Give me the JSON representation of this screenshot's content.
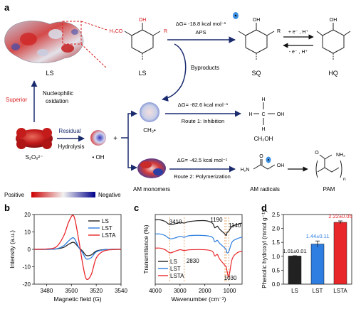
{
  "panel_a": {
    "label": "a",
    "ls_label_1": "LS",
    "ls_label_2": "LS",
    "h3co": "H₃CO",
    "oh": "OH",
    "r": "R",
    "dg_aps": "ΔG= -18.8 kcal mol⁻¹",
    "aps": "APS",
    "sq": "SQ",
    "hq": "HQ",
    "plus_e": "+ e⁻ , H⁺",
    "minus_e": "- e⁻ , H⁺",
    "byproducts": "Byproducts",
    "superior": "Superior",
    "nucleophilic_1": "Nucleophilic",
    "nucleophilic_2": "oxidation",
    "residual": "Residual",
    "hydrolysis": "Hydrolysis",
    "s2o8": "S₂O₈²⁻",
    "oh_radical": "• OH",
    "plus": "+",
    "ch3_radical": "CH₃•",
    "dg_route1": "ΔG= -82.6 kcal mol⁻¹",
    "route1": "Route 1: Inhibition",
    "ch3oh": "CH₃OH",
    "dg_route2": "ΔG= -42.5 kcal mol⁻¹",
    "route2": "Route 2: Polymerization",
    "am_monomers": "AM monomers",
    "am_radicals": "AM radicals",
    "pam": "PAM",
    "h2n": "H₂N",
    "nh2": "NH₂",
    "o": "O",
    "h": "H",
    "c": "C",
    "n_sub": "n",
    "positive": "Positive",
    "negative": "Negative"
  },
  "colors": {
    "arrow_blue": "#1a2b6d",
    "label_red": "#d6191b",
    "label_blue": "#1a2b6d",
    "ls_black": "#222222",
    "lst_blue": "#2d7ee0",
    "lsta_red": "#e8272b"
  },
  "chart_data": [
    {
      "panel": "b",
      "type": "line",
      "xlabel": "Magnetic field (G)",
      "ylabel": "Intensity (a.u.)",
      "xlim": [
        3470,
        3540
      ],
      "ylim": [
        -20,
        20
      ],
      "xticks": [
        3480,
        3500,
        3520,
        3540
      ],
      "yticks": [
        -20,
        -10,
        0,
        10,
        20
      ],
      "legend": "top-right",
      "x": [
        3470,
        3480,
        3488,
        3494,
        3498,
        3502,
        3506,
        3509,
        3512,
        3516,
        3520,
        3526,
        3534,
        3540
      ],
      "series": [
        {
          "name": "LS",
          "values": [
            0,
            0,
            0.2,
            1.2,
            3.0,
            4.0,
            1.0,
            -1.0,
            -3.5,
            -3.2,
            -1.0,
            -0.2,
            0,
            0
          ]
        },
        {
          "name": "LST",
          "values": [
            0,
            0,
            0.3,
            2.2,
            5.0,
            6.5,
            1.0,
            -2.0,
            -5.5,
            -4.8,
            -1.5,
            -0.3,
            0,
            0
          ]
        },
        {
          "name": "LSTA",
          "values": [
            0,
            0.2,
            1.5,
            8.0,
            16.0,
            19.0,
            5.0,
            -8.0,
            -17.0,
            -14.5,
            -5.0,
            -1.0,
            -0.1,
            0
          ]
        }
      ]
    },
    {
      "panel": "c",
      "type": "line",
      "xlabel": "Wavenumber (cm⁻¹)",
      "ylabel": "Transmittance (%)",
      "xlim": [
        4000,
        500
      ],
      "xticks": [
        4000,
        3000,
        2000,
        1000
      ],
      "legend": "bottom-left",
      "annotations": [
        "3410",
        "2830",
        "1190",
        "1140",
        "1030"
      ],
      "x": [
        4000,
        3800,
        3600,
        3410,
        3200,
        3000,
        2830,
        2600,
        2000,
        1700,
        1600,
        1500,
        1400,
        1190,
        1140,
        1100,
        1030,
        900,
        700,
        500
      ],
      "series": [
        {
          "name": "LS",
          "values": [
            90,
            90,
            88,
            84,
            85,
            87,
            86,
            88,
            89,
            86,
            80,
            82,
            78,
            72,
            70,
            74,
            76,
            82,
            84,
            86
          ]
        },
        {
          "name": "LST",
          "values": [
            72,
            72,
            70,
            66,
            67,
            69,
            68,
            70,
            70,
            68,
            62,
            64,
            60,
            54,
            52,
            48,
            50,
            62,
            66,
            68
          ]
        },
        {
          "name": "LSTA",
          "values": [
            54,
            54,
            52,
            48,
            50,
            52,
            51,
            52,
            52,
            50,
            44,
            46,
            40,
            32,
            30,
            24,
            18,
            40,
            48,
            50
          ]
        }
      ]
    },
    {
      "panel": "d",
      "type": "bar",
      "ylabel": "Phenolic hydroxyl (mmol g⁻¹)",
      "ylim": [
        0,
        2.5
      ],
      "yticks": [
        0.0,
        0.5,
        1.0,
        1.5,
        2.0,
        2.5
      ],
      "categories": [
        "LS",
        "LST",
        "LSTA"
      ],
      "values": [
        1.01,
        1.44,
        2.22
      ],
      "errors": [
        0.01,
        0.11,
        0.05
      ],
      "data_labels": [
        "1.01±0.01",
        "1.44±0.11",
        "2.22±0.05"
      ]
    }
  ],
  "panel_labels": {
    "b": "b",
    "c": "c",
    "d": "d"
  }
}
